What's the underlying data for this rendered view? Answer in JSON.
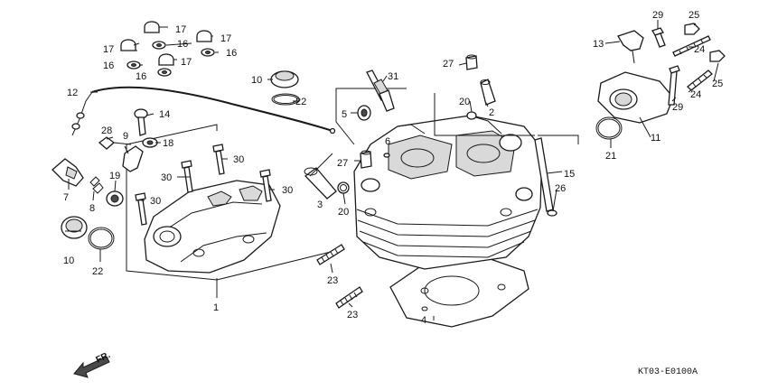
{
  "diagram": {
    "code": "KT03-E0100A",
    "direction_label": "FR.",
    "callouts": [
      {
        "id": "c1",
        "text": "1"
      },
      {
        "id": "c2",
        "text": "2"
      },
      {
        "id": "c3",
        "text": "3"
      },
      {
        "id": "c4",
        "text": "4"
      },
      {
        "id": "c5",
        "text": "5"
      },
      {
        "id": "c6",
        "text": "6"
      },
      {
        "id": "c7",
        "text": "7"
      },
      {
        "id": "c8",
        "text": "8"
      },
      {
        "id": "c9",
        "text": "9"
      },
      {
        "id": "c10a",
        "text": "10"
      },
      {
        "id": "c10b",
        "text": "10"
      },
      {
        "id": "c11",
        "text": "11"
      },
      {
        "id": "c12",
        "text": "12"
      },
      {
        "id": "c13",
        "text": "13"
      },
      {
        "id": "c14",
        "text": "14"
      },
      {
        "id": "c15",
        "text": "15"
      },
      {
        "id": "c16a",
        "text": "16"
      },
      {
        "id": "c16b",
        "text": "16"
      },
      {
        "id": "c16c",
        "text": "16"
      },
      {
        "id": "c16d",
        "text": "16"
      },
      {
        "id": "c17a",
        "text": "17"
      },
      {
        "id": "c17b",
        "text": "17"
      },
      {
        "id": "c17c",
        "text": "17"
      },
      {
        "id": "c17d",
        "text": "17"
      },
      {
        "id": "c18",
        "text": "18"
      },
      {
        "id": "c19",
        "text": "19"
      },
      {
        "id": "c20a",
        "text": "20"
      },
      {
        "id": "c20b",
        "text": "20"
      },
      {
        "id": "c21",
        "text": "21"
      },
      {
        "id": "c22a",
        "text": "22"
      },
      {
        "id": "c22b",
        "text": "22"
      },
      {
        "id": "c23a",
        "text": "23"
      },
      {
        "id": "c23b",
        "text": "23"
      },
      {
        "id": "c24a",
        "text": "24"
      },
      {
        "id": "c24b",
        "text": "24"
      },
      {
        "id": "c25a",
        "text": "25"
      },
      {
        "id": "c25b",
        "text": "25"
      },
      {
        "id": "c26",
        "text": "26"
      },
      {
        "id": "c27a",
        "text": "27"
      },
      {
        "id": "c27b",
        "text": "27"
      },
      {
        "id": "c28",
        "text": "28"
      },
      {
        "id": "c29a",
        "text": "29"
      },
      {
        "id": "c29b",
        "text": "29"
      },
      {
        "id": "c30a",
        "text": "30"
      },
      {
        "id": "c30b",
        "text": "30"
      },
      {
        "id": "c30c",
        "text": "30"
      },
      {
        "id": "c30d",
        "text": "30"
      },
      {
        "id": "c31",
        "text": "31"
      }
    ]
  }
}
